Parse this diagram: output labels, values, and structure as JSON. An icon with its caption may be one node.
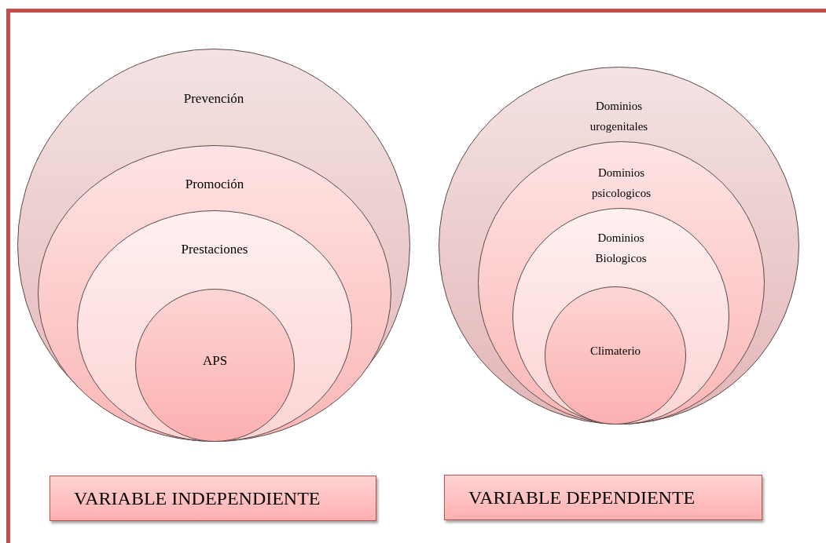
{
  "diagram": {
    "nodes": [
      {
        "text": [
          "Prevención"
        ]
      },
      {
        "text": [
          "Promoción"
        ],
        "in": 0
      },
      {
        "text": [
          "Prestaciones"
        ],
        "in": 1
      },
      {
        "text": [
          "APS"
        ],
        "in": 2
      },
      {
        "text": [
          "Dominios urogenitales"
        ]
      },
      {
        "text": [
          "Dominios psicologicos"
        ],
        "in": 4
      },
      {
        "text": [
          "Dominios Biologicos"
        ],
        "in": 5
      },
      {
        "text": [
          "Climaterio"
        ],
        "in": 6
      },
      {
        "text": [
          "VARIABLE INDEPENDIENTE"
        ]
      },
      {
        "text": [
          "VARIABLE DEPENDIENTE"
        ]
      }
    ],
    "edges": []
  }
}
